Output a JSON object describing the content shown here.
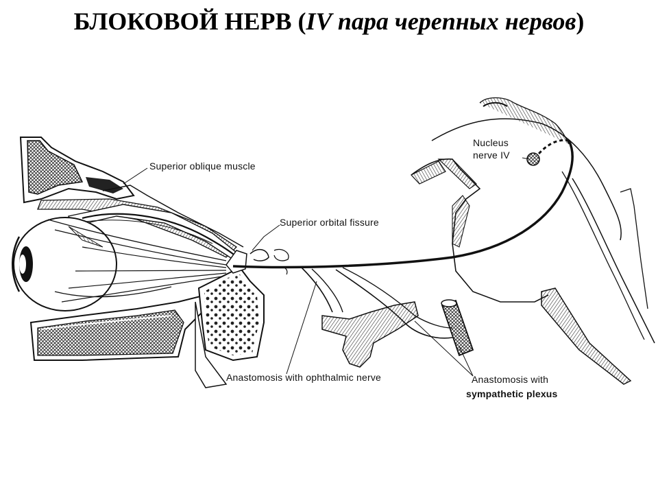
{
  "title": {
    "main": "БЛОКОВОЙ НЕРВ (",
    "italic": "IV пара черепных нервов",
    "close": ")"
  },
  "labels": {
    "superior_oblique_muscle": "Superior oblique muscle",
    "superior_orbital_fissure": "Superior orbital fissure",
    "nucleus_line1": "Nucleus",
    "nucleus_line2": "nerve IV",
    "anastomosis_ophthalmic": "Anastomosis with ophthalmic nerve",
    "anastomosis_with": "Anastomosis with",
    "sympathetic_plexus": "sympathetic plexus"
  },
  "colors": {
    "ink": "#111111",
    "hatch": "#333333",
    "bone_fill": "#e8e8e8"
  }
}
